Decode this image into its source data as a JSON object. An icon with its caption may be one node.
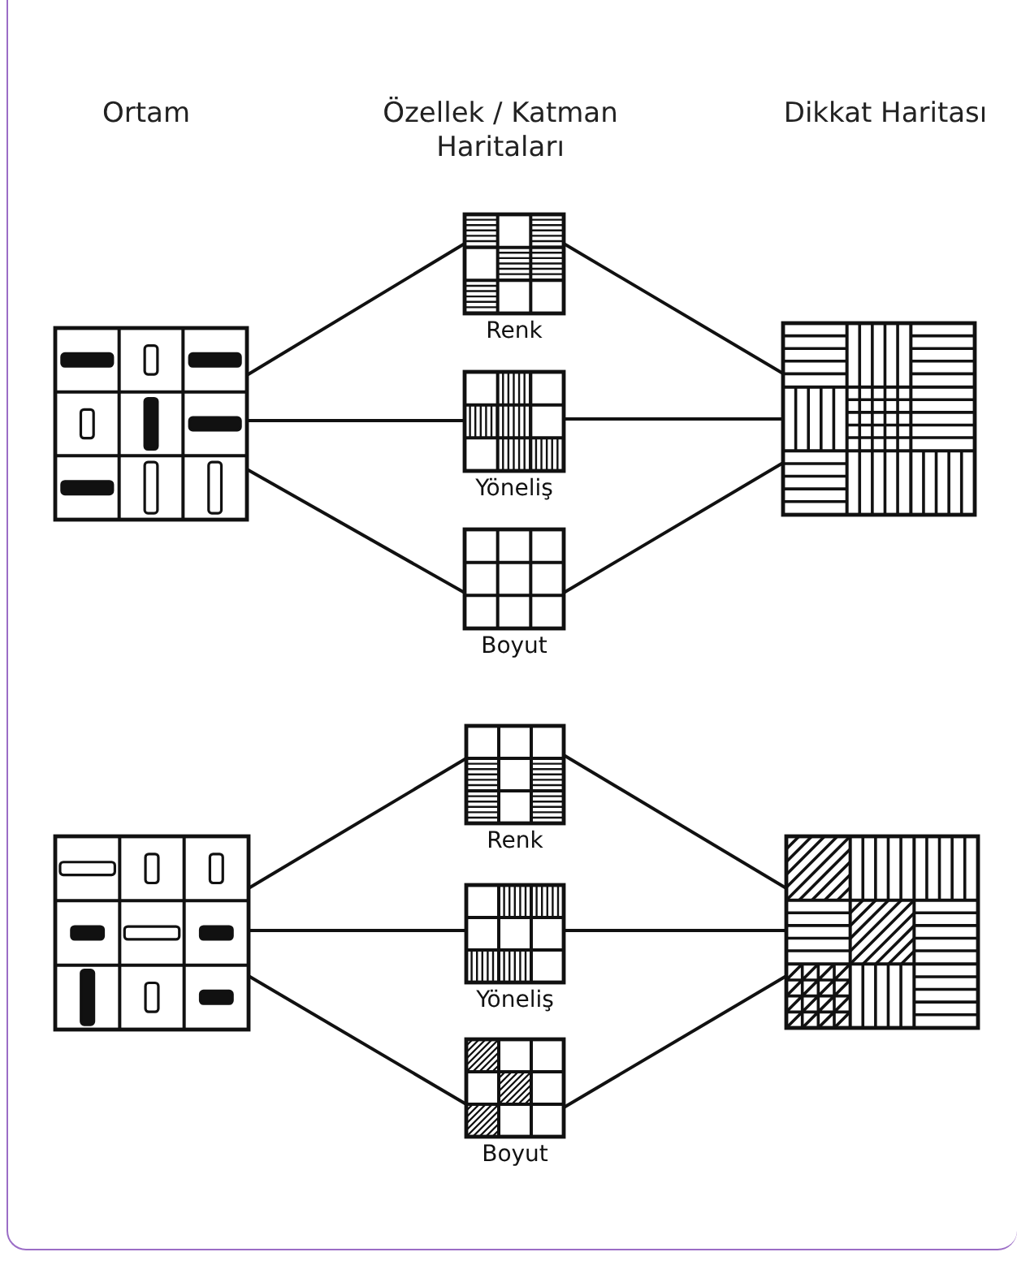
{
  "diagram": {
    "nodes": [
      {
        "text": [],
        "shape": "picture"
      },
      {
        "text": [
          "Renk"
        ]
      },
      {
        "text": [
          "Yöneliş"
        ]
      },
      {
        "text": [
          "Boyut"
        ]
      },
      {
        "text": [],
        "shape": "picture"
      },
      {
        "text": [],
        "shape": "picture"
      },
      {
        "text": [
          "Renk"
        ]
      },
      {
        "text": [
          "Yöneliş"
        ]
      },
      {
        "text": [
          "Boyut"
        ]
      },
      {
        "text": [],
        "shape": "picture"
      }
    ],
    "edges": [
      {
        "from": 0,
        "to": 1,
        "arrow": "none"
      },
      {
        "from": 0,
        "to": 2,
        "arrow": "none"
      },
      {
        "from": 0,
        "to": 3,
        "arrow": "none"
      },
      {
        "from": 1,
        "to": 4,
        "arrow": "none"
      },
      {
        "from": 2,
        "to": 4,
        "arrow": "none"
      },
      {
        "from": 3,
        "to": 4,
        "arrow": "none"
      },
      {
        "from": 5,
        "to": 6,
        "arrow": "none"
      },
      {
        "from": 5,
        "to": 7,
        "arrow": "none"
      },
      {
        "from": 5,
        "to": 8,
        "arrow": "none"
      },
      {
        "from": 6,
        "to": 9,
        "arrow": "none"
      },
      {
        "from": 7,
        "to": 9,
        "arrow": "none"
      },
      {
        "from": 8,
        "to": 9,
        "arrow": "none"
      }
    ],
    "labels": [
      "Ortam",
      "Özellek / Katman Haritaları",
      "Dikkat Haritası"
    ]
  }
}
